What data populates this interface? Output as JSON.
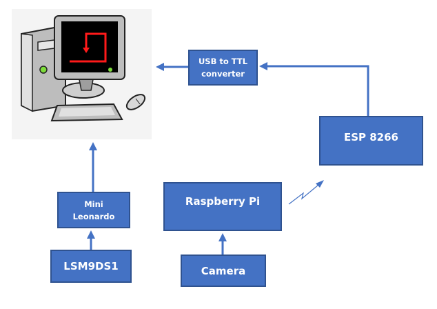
{
  "diagram": {
    "computer": {
      "label": "Computer (PC illustration)"
    },
    "blocks": {
      "usb_ttl": {
        "line1": "USB to TTL",
        "line2": "converter"
      },
      "esp": {
        "label": "ESP 8266"
      },
      "mini": {
        "line1": "Mini",
        "line2": "Leonardo"
      },
      "lsm": {
        "label": "LSM9DS1"
      },
      "rpi": {
        "label": "Raspberry Pi"
      },
      "camera": {
        "label": "Camera"
      }
    },
    "connections": [
      {
        "from": "ESP 8266",
        "to": "USB to TTL converter",
        "type": "wired"
      },
      {
        "from": "USB to TTL converter",
        "to": "Computer",
        "type": "wired"
      },
      {
        "from": "LSM9DS1",
        "to": "Mini Leonardo",
        "type": "wired"
      },
      {
        "from": "Mini Leonardo",
        "to": "Computer",
        "type": "wired"
      },
      {
        "from": "Camera",
        "to": "Raspberry Pi",
        "type": "wired"
      },
      {
        "from": "Raspberry Pi",
        "to": "ESP 8266",
        "type": "wireless"
      }
    ],
    "colors": {
      "block_fill": "#4472c4",
      "block_border": "#2f528f",
      "arrow": "#4472c4",
      "text": "#ffffff"
    }
  }
}
